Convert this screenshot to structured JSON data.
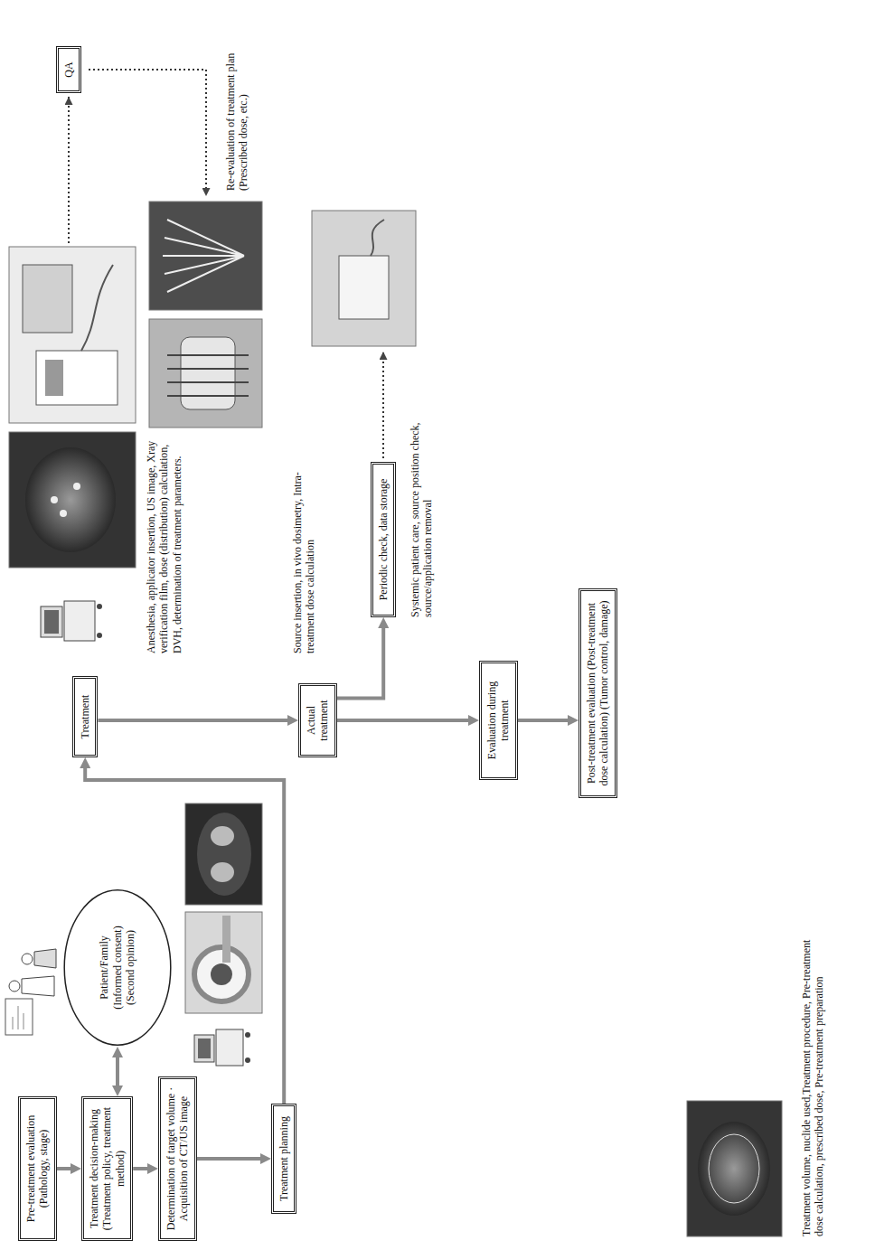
{
  "diagram": {
    "nodes": [
      {
        "text": [
          "Pre-treatment evaluation (Pathology, stage)"
        ]
      },
      {
        "text": [
          "Treatment decision-making (Treatment policy, treatment method)"
        ]
      },
      {
        "text": [
          "Patient/Family (Informed consent) (Second opinion)"
        ]
      },
      {
        "text": [
          "Determination of target volume · Acquisition of CT/US image"
        ]
      },
      {
        "text": [
          "Treatment planning"
        ]
      },
      {
        "text": [
          "Treatment"
        ]
      },
      {
        "text": [
          "QA"
        ]
      },
      {
        "text": [
          "Actual treatment"
        ]
      },
      {
        "text": [
          "Periodic check, data storage"
        ]
      },
      {
        "text": [
          "Evaluation during treatment"
        ]
      },
      {
        "text": [
          "Post-treatment evaluation (Post-treatment dose calculation) (Tumor control, damage)"
        ]
      }
    ],
    "edges": [
      {
        "from": 0,
        "to": 1,
        "arrow": "to"
      },
      {
        "from": 1,
        "to": 2,
        "arrow": "both"
      },
      {
        "from": 1,
        "to": 3,
        "arrow": "to"
      },
      {
        "from": 3,
        "to": 4,
        "arrow": "to"
      },
      {
        "from": 4,
        "to": 5,
        "arrow": "to"
      },
      {
        "from": 5,
        "to": 7,
        "arrow": "to"
      },
      {
        "from": 7,
        "to": 8,
        "arrow": "to"
      },
      {
        "from": 7,
        "to": 9,
        "arrow": "to"
      },
      {
        "from": 9,
        "to": 10,
        "arrow": "to"
      }
    ],
    "labels": [
      "Anesthesia, applicator insertion, US image, Xray verification film, dose (distribution) calculation, DVH, determination of treatment parameters.",
      "Re-evaluation of treatment plan (Prescribed dose, etc.)",
      "Source insertion, in vivo dosimetry, Intra-treatment dose calculation",
      "Systemic patient care, source position check, source/application removal",
      "Treatment volume, nuclide used,Treatment procedure, Pre-treatment dose calculation, prescribed dose, Pre-treatment preparation"
    ]
  }
}
